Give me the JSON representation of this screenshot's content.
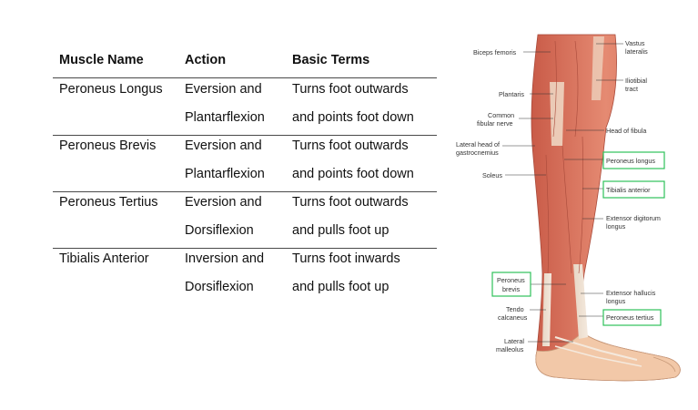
{
  "table": {
    "headers": [
      "Muscle Name",
      "Action",
      "Basic Terms"
    ],
    "rows": [
      {
        "name": "Peroneus Longus",
        "action": [
          "Eversion and",
          "Plantarflexion"
        ],
        "terms": [
          "Turns foot outwards",
          "and points foot down"
        ]
      },
      {
        "name": "Peroneus Brevis",
        "action": [
          "Eversion and",
          "Plantarflexion"
        ],
        "terms": [
          "Turns foot outwards",
          "and points foot down"
        ]
      },
      {
        "name": "Peroneus Tertius",
        "action": [
          "Eversion and",
          "Dorsiflexion"
        ],
        "terms": [
          "Turns foot outwards",
          "and pulls foot up"
        ]
      },
      {
        "name": "Tibialis Anterior",
        "action": [
          "Inversion and",
          "Dorsiflexion"
        ],
        "terms": [
          "Turns foot inwards",
          "and pulls foot up"
        ]
      }
    ]
  },
  "figure": {
    "labels": {
      "biceps_femoris": "Biceps femoris",
      "vastus_lateralis": [
        "Vastus",
        "lateralis"
      ],
      "iliotibial_tract": [
        "Iliotibial",
        "tract"
      ],
      "plantaris": "Plantaris",
      "common_fibular_nerve": [
        "Common",
        "fibular nerve"
      ],
      "head_of_fibula": "Head of fibula",
      "lateral_head_gastrocnemius": [
        "Lateral head of",
        "gastrocnemius"
      ],
      "soleus": "Soleus",
      "peroneus_longus": "Peroneus longus",
      "tibialis_anterior": "Tibialis anterior",
      "extensor_digitorum_longus": [
        "Extensor digitorum",
        "longus"
      ],
      "peroneus_brevis": [
        "Peroneus",
        "brevis"
      ],
      "extensor_hallucis_longus": [
        "Extensor hallucis",
        "longus"
      ],
      "tendo_calcaneus": [
        "Tendo",
        "calcaneus"
      ],
      "peroneus_tertius": "Peroneus tertius",
      "lateral_malleolus": [
        "Lateral",
        "malleolus"
      ]
    },
    "highlight_color": "#2fc25b"
  }
}
